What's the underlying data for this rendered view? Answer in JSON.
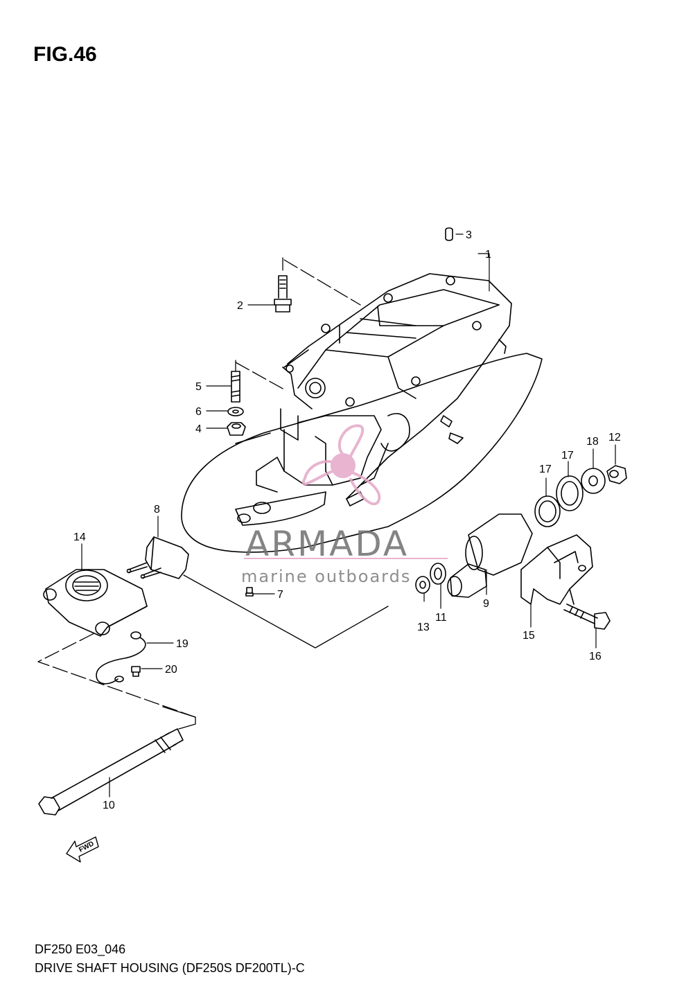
{
  "figure": {
    "title": "FIG.46",
    "code": "DF250 E03_046",
    "caption": "DRIVE SHAFT HOUSING (DF250S DF200TL)-C"
  },
  "watermark": {
    "brand": "ARMADA",
    "tagline": "marine outboards",
    "accent_color": "#e4a8c8",
    "text_color": "#6f6f6f"
  },
  "fwd_label": "FWD",
  "callouts": [
    "1",
    "2",
    "3",
    "4",
    "5",
    "6",
    "7",
    "8",
    "9",
    "10",
    "11",
    "12",
    "13",
    "14",
    "15",
    "16",
    "17",
    "17",
    "18",
    "19",
    "20"
  ],
  "colors": {
    "line": "#000000",
    "background": "#ffffff"
  }
}
